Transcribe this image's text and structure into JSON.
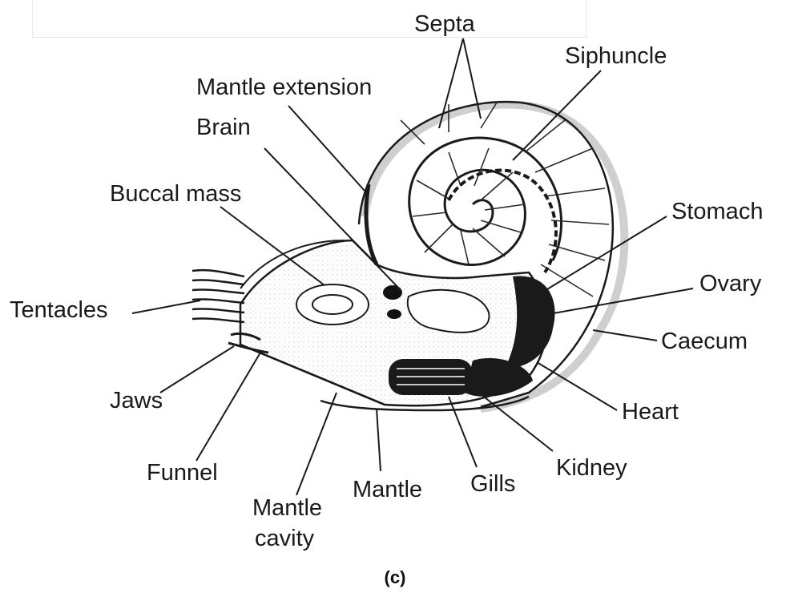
{
  "labels": {
    "septa": "Septa",
    "siphuncle": "Siphuncle",
    "mantle_extension": "Mantle extension",
    "brain": "Brain",
    "buccal_mass": "Buccal mass",
    "stomach": "Stomach",
    "ovary": "Ovary",
    "caecum": "Caecum",
    "tentacles": "Tentacles",
    "jaws": "Jaws",
    "heart": "Heart",
    "funnel": "Funnel",
    "kidney": "Kidney",
    "gills": "Gills",
    "mantle": "Mantle",
    "mantle_cavity_line1": "Mantle",
    "mantle_cavity_line2": "cavity"
  },
  "caption": "(c)"
}
